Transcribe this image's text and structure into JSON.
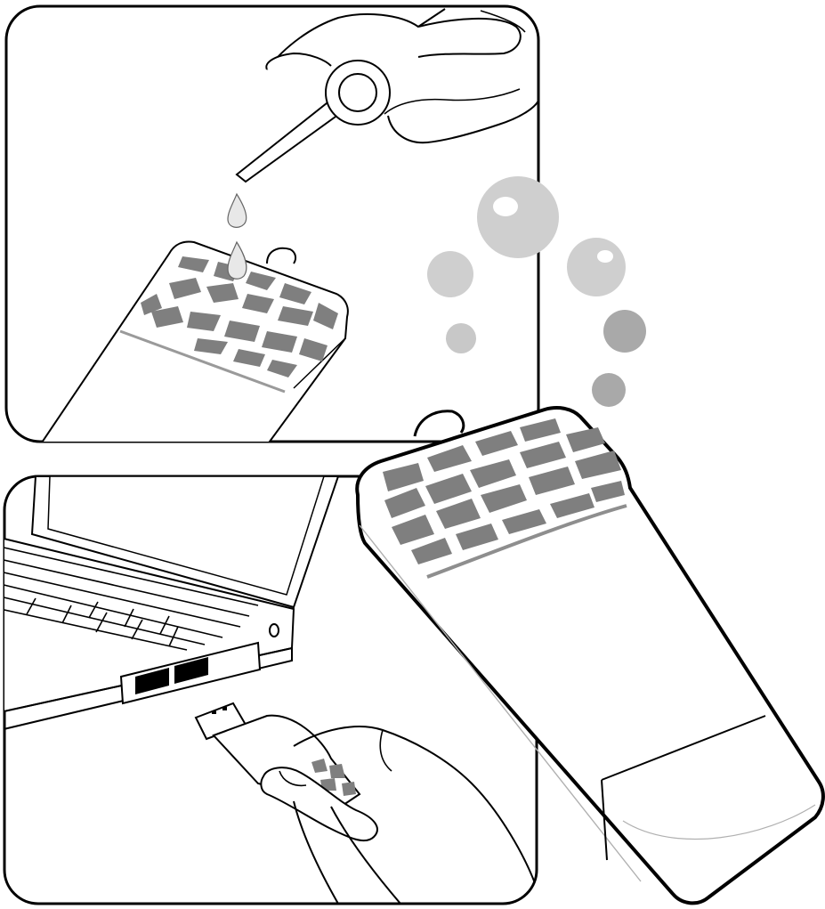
{
  "illustration": {
    "panels": [
      {
        "id": "step-drip-oil",
        "depicts": [
          "hand-with-dropper",
          "oil-drops",
          "usb-diffuser"
        ]
      },
      {
        "id": "step-plug-in",
        "depicts": [
          "laptop",
          "usb-ports",
          "hand-inserting-usb-diffuser"
        ]
      }
    ],
    "hero": {
      "depicts": [
        "usb-diffuser-large",
        "scent-bubbles"
      ]
    },
    "colors": {
      "outline": "#000000",
      "background": "#ffffff",
      "lattice": "#808080",
      "bubble_light": "#cfcfcf",
      "bubble_mid": "#a9a9a9",
      "bubble_dark": "#8e8e8e"
    }
  }
}
